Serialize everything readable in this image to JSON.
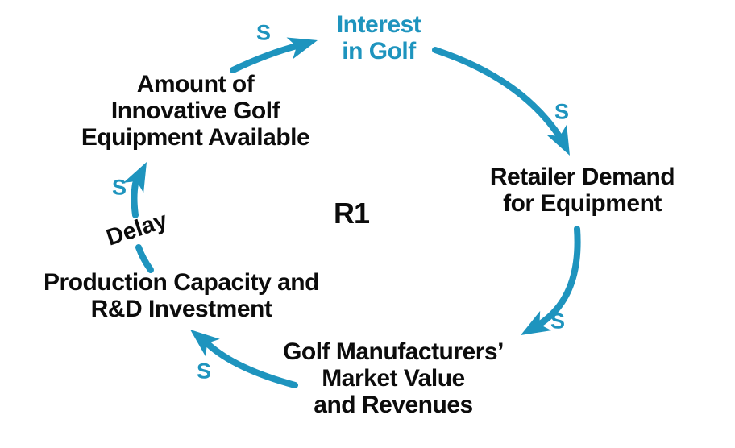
{
  "diagram": {
    "type": "causal-loop",
    "background_color": "#ffffff",
    "accent_color": "#1e94be",
    "text_color": "#0c0c0c",
    "loop": {
      "label": "R1"
    },
    "delay": {
      "label": "Delay"
    },
    "nodes": [
      {
        "id": "interest-in-golf",
        "label": "Interest\nin Golf",
        "emphasis": "accent"
      },
      {
        "id": "retailer-demand",
        "label": "Retailer Demand\nfor Equipment",
        "emphasis": "default"
      },
      {
        "id": "manufacturers-market-value",
        "label": "Golf Manufacturers’\nMarket Value\nand Revenues",
        "emphasis": "default"
      },
      {
        "id": "production-capacity",
        "label": "Production Capacity and\nR&D Investment",
        "emphasis": "default"
      },
      {
        "id": "innovative-equipment",
        "label": "Amount of\nInnovative Golf\nEquipment Available",
        "emphasis": "default"
      }
    ],
    "links": [
      {
        "from": "innovative-equipment",
        "to": "interest-in-golf",
        "polarity": "S",
        "has_delay": false
      },
      {
        "from": "interest-in-golf",
        "to": "retailer-demand",
        "polarity": "S",
        "has_delay": false
      },
      {
        "from": "retailer-demand",
        "to": "manufacturers-market-value",
        "polarity": "S",
        "has_delay": false
      },
      {
        "from": "manufacturers-market-value",
        "to": "production-capacity",
        "polarity": "S",
        "has_delay": false
      },
      {
        "from": "production-capacity",
        "to": "innovative-equipment",
        "polarity": "S",
        "has_delay": true
      }
    ]
  }
}
